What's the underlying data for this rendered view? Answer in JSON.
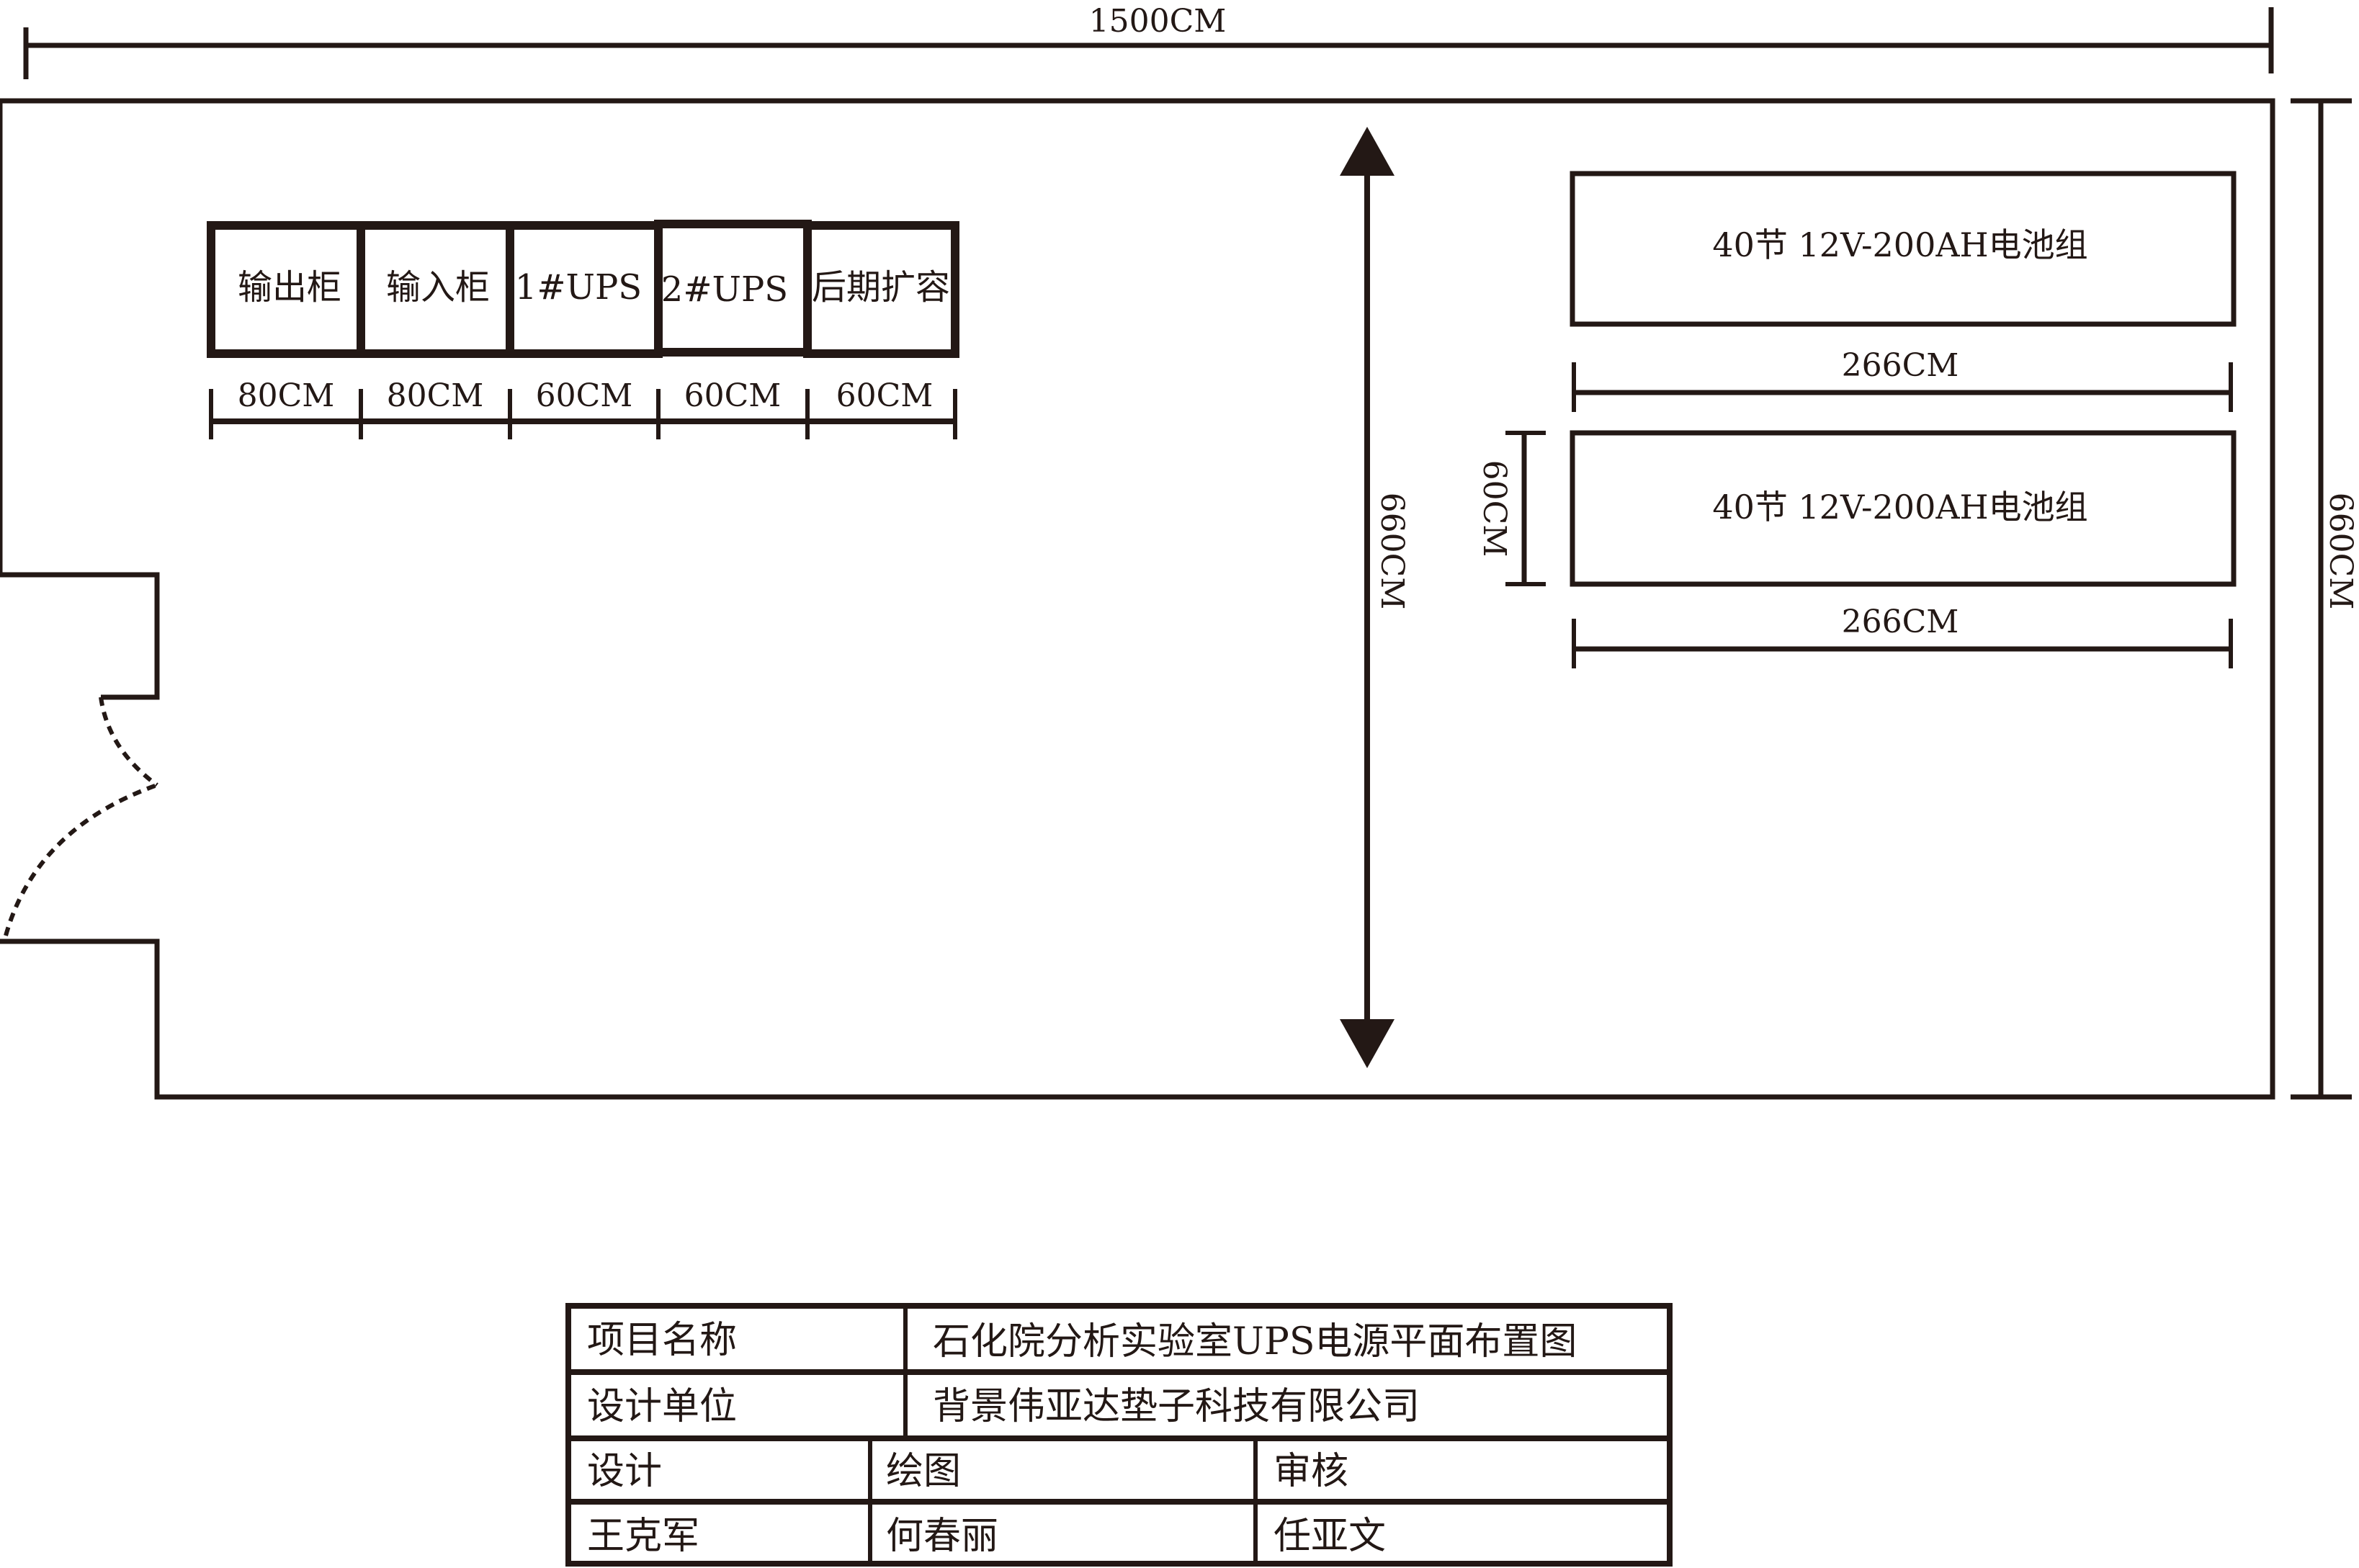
{
  "overall_width_label": "1500CM",
  "room_height_label": "660CM",
  "inner_height_label": "660CM",
  "cabinets": [
    {
      "label": "输出柜",
      "width_label": "80CM"
    },
    {
      "label": "输入柜",
      "width_label": "80CM"
    },
    {
      "label": "1#UPS",
      "width_label": "60CM"
    },
    {
      "label": "2#UPS",
      "width_label": "60CM"
    },
    {
      "label": "后期扩容",
      "width_label": "60CM"
    }
  ],
  "battery_groups": [
    {
      "label": "40节 12V-200AH电池组",
      "length_label": "266CM"
    },
    {
      "label": "40节 12V-200AH电池组",
      "length_label": "266CM"
    }
  ],
  "battery_depth_label": "60CM",
  "title_block": {
    "project_name_label": "项目名称",
    "project_name": "石化院分析实验室UPS电源平面布置图",
    "design_unit_label": "设计单位",
    "design_unit": "背景伟亚达垫子科技有限公司",
    "design_label": "设计",
    "drawing_label": "绘图",
    "review_label": "审核",
    "designer": "王克军",
    "drafter": "何春丽",
    "reviewer": "任亚文"
  },
  "colors": {
    "line": "#231815",
    "background": "#ffffff"
  }
}
